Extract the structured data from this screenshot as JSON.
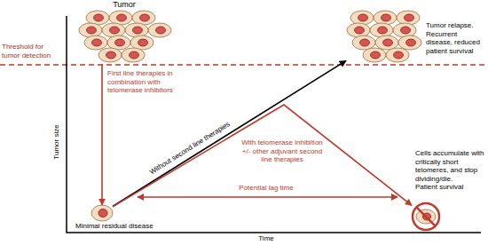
{
  "diagram": {
    "nodes": [
      {
        "text": [
          "Tumor"
        ]
      },
      {
        "text": [
          "Tumor relapse. Recurrent disease, reduced patient survival"
        ]
      },
      {
        "text": [
          "Minimal residual disease"
        ]
      },
      {
        "text": [
          "Cells accumulate with critically short telomeres, and stop dividing/die.",
          "Patient survival"
        ]
      }
    ],
    "edges": [
      {
        "from": 0,
        "to": 2,
        "label": "First line therapies in combination with telomerase inhibitors",
        "arrow": "to"
      },
      {
        "from": 2,
        "to": 1,
        "label": "Without second line therapies",
        "arrow": "to"
      },
      {
        "from": 2,
        "to": 3,
        "label": "With telomerase inhibition +/- other adjuvant second line therapies",
        "arrow": "to"
      }
    ],
    "labels": [
      "Threshold for tumor detection",
      "Tumor size",
      "Time",
      "Potential lag time"
    ]
  }
}
